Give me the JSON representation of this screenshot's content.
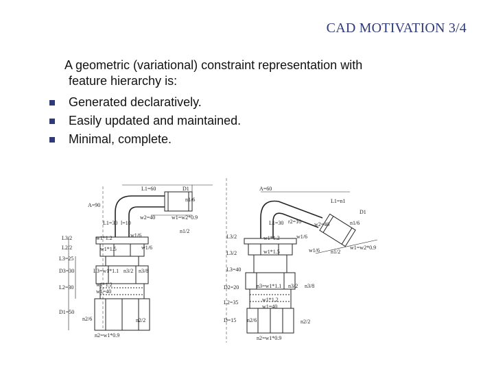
{
  "title": "CAD MOTIVATION 3/4",
  "intro": [
    "A geometric (variational) constraint representation with",
    "feature hierarchy is:"
  ],
  "bullets": [
    "Generated declaratively.",
    "Easily updated and maintained.",
    "Minimal, complete."
  ],
  "drawing": {
    "left_labels": {
      "l1": "L1=60",
      "d1": "D1",
      "a": "A=90",
      "n16": "n1/6",
      "l1_30": "L1=30",
      "l_10": "l=10",
      "w2": "w2=40",
      "w1w2": "w1=w2*0.9",
      "n12": "n1/2",
      "l32": "L3/2",
      "w1_1": "w1*1.2",
      "w16": "w1/6",
      "l2": "L2/2",
      "w1_15": "w1*1.5",
      "w16b": "w1/6",
      "l3_25": "L3=25",
      "d3": "D3=30",
      "l3w1": "L3=w1*1.1",
      "n32": "n3/2",
      "n38": "n3/8",
      "l2_30": "L2=30",
      "w1_12": "w1*1.2",
      "w1_40": "w1=40",
      "d1_50": "D1=50",
      "n26": "n2/6",
      "n22": "n2/2",
      "n2w1": "n2=w1*0.9"
    },
    "right_labels": {
      "a": "A=60",
      "l1": "L1=n1",
      "d1": "D1",
      "l1_30": "L1=30",
      "r2": "r2=10",
      "w2": "w2=40",
      "n16": "n1/6",
      "l32": "L3/2",
      "w1_1": "w1*1.2",
      "w16": "w1/6",
      "w2w": "w1=w2*0.9",
      "l32b": "L3/2",
      "w1_15": "w1*1.5",
      "w16b": "w1/6",
      "n12": "n1/2",
      "l3_40": "L3=40",
      "d2": "D2=20",
      "n3w": "n3=w1*1.1",
      "n32": "n3/2",
      "n38": "n3/8",
      "l2_35": "L2=35",
      "w1_12": "w1*1.2",
      "w1_40": "w1=40",
      "d15": "D=15",
      "n26": "n2/6",
      "n22": "n2/2",
      "n2w1": "n2=w1*0.9"
    }
  }
}
